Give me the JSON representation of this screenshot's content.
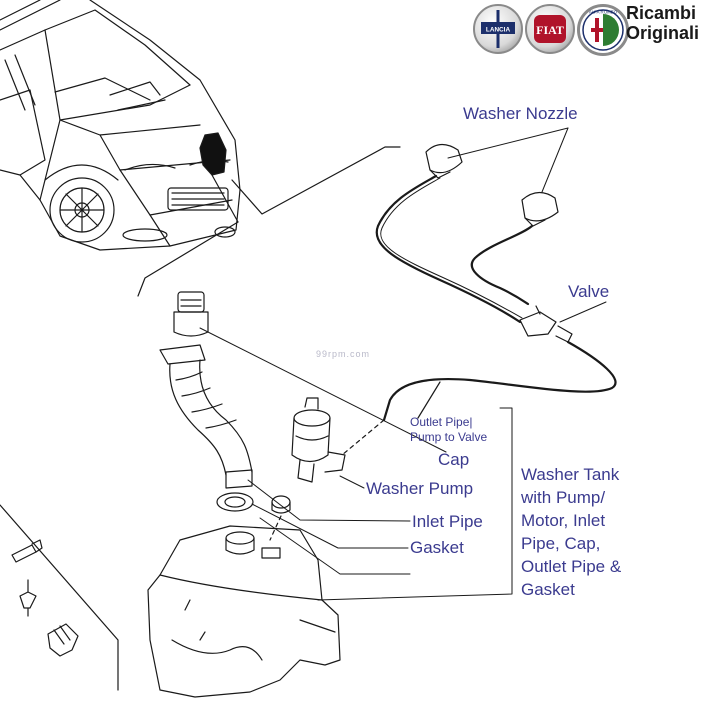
{
  "header": {
    "brand_line1": "Ricambi",
    "brand_line2": "Originali",
    "logo_lancia_text": "LANCIA",
    "logo_fiat_text": "FIAT",
    "logo_alfa_text": "ALFA ROMEO"
  },
  "watermark": "99rpm.com",
  "labels": {
    "washer_nozzle": "Washer Nozzle",
    "valve": "Valve",
    "outlet_pipe_line1": "Outlet Pipe|",
    "outlet_pipe_line2": "Pump to Valve",
    "cap": "Cap",
    "washer_pump": "Washer Pump",
    "inlet_pipe": "Inlet Pipe",
    "gasket": "Gasket",
    "kit_lines": [
      "Washer Tank",
      "with Pump/",
      "Motor, Inlet",
      "Pipe, Cap,",
      "Outlet Pipe &",
      "Gasket"
    ]
  },
  "colors": {
    "label": "#3b3b8f",
    "line": "#1a1a1a",
    "fiat_red": "#b0132a",
    "lancia_blue": "#1c2f6b"
  }
}
